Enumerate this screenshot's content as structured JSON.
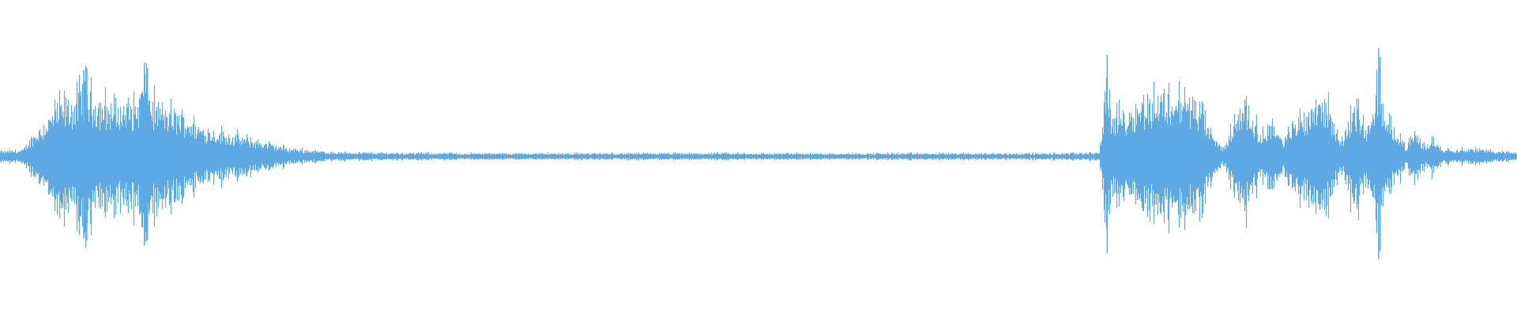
{
  "waveform": {
    "color": "#5ea9e3",
    "background": "#ffffff",
    "peak_envelope": [
      [
        0.0,
        0.05
      ],
      [
        0.015,
        0.06
      ],
      [
        0.02,
        0.18
      ],
      [
        0.03,
        0.35
      ],
      [
        0.04,
        0.52
      ],
      [
        0.05,
        0.55
      ],
      [
        0.055,
        0.75
      ],
      [
        0.06,
        0.6
      ],
      [
        0.07,
        0.52
      ],
      [
        0.08,
        0.5
      ],
      [
        0.09,
        0.52
      ],
      [
        0.095,
        0.78
      ],
      [
        0.1,
        0.55
      ],
      [
        0.11,
        0.45
      ],
      [
        0.12,
        0.42
      ],
      [
        0.13,
        0.3
      ],
      [
        0.15,
        0.22
      ],
      [
        0.17,
        0.15
      ],
      [
        0.19,
        0.08
      ],
      [
        0.22,
        0.04
      ],
      [
        0.3,
        0.03
      ],
      [
        0.5,
        0.03
      ],
      [
        0.56,
        0.03
      ],
      [
        0.6,
        0.03
      ],
      [
        0.7,
        0.03
      ],
      [
        0.725,
        0.04
      ],
      [
        0.73,
        0.85
      ],
      [
        0.733,
        0.4
      ],
      [
        0.745,
        0.45
      ],
      [
        0.755,
        0.58
      ],
      [
        0.77,
        0.62
      ],
      [
        0.785,
        0.58
      ],
      [
        0.792,
        0.48
      ],
      [
        0.8,
        0.18
      ],
      [
        0.807,
        0.08
      ],
      [
        0.812,
        0.28
      ],
      [
        0.82,
        0.58
      ],
      [
        0.826,
        0.4
      ],
      [
        0.832,
        0.2
      ],
      [
        0.838,
        0.38
      ],
      [
        0.846,
        0.14
      ],
      [
        0.853,
        0.35
      ],
      [
        0.862,
        0.45
      ],
      [
        0.87,
        0.62
      ],
      [
        0.875,
        0.52
      ],
      [
        0.88,
        0.32
      ],
      [
        0.885,
        0.15
      ],
      [
        0.89,
        0.4
      ],
      [
        0.895,
        0.52
      ],
      [
        0.9,
        0.28
      ],
      [
        0.905,
        0.38
      ],
      [
        0.909,
        0.82
      ],
      [
        0.913,
        0.35
      ],
      [
        0.92,
        0.3
      ],
      [
        0.927,
        0.1
      ],
      [
        0.933,
        0.22
      ],
      [
        0.94,
        0.1
      ],
      [
        0.945,
        0.18
      ],
      [
        0.95,
        0.08
      ],
      [
        0.96,
        0.07
      ],
      [
        0.97,
        0.08
      ],
      [
        0.98,
        0.06
      ],
      [
        0.99,
        0.05
      ],
      [
        1.0,
        0.04
      ]
    ],
    "spikes": [
      [
        0.055,
        0.78
      ],
      [
        0.057,
        0.8
      ],
      [
        0.095,
        0.85
      ],
      [
        0.097,
        0.8
      ],
      [
        0.73,
        0.92
      ],
      [
        0.909,
        0.98
      ],
      [
        0.91,
        0.9
      ]
    ]
  }
}
